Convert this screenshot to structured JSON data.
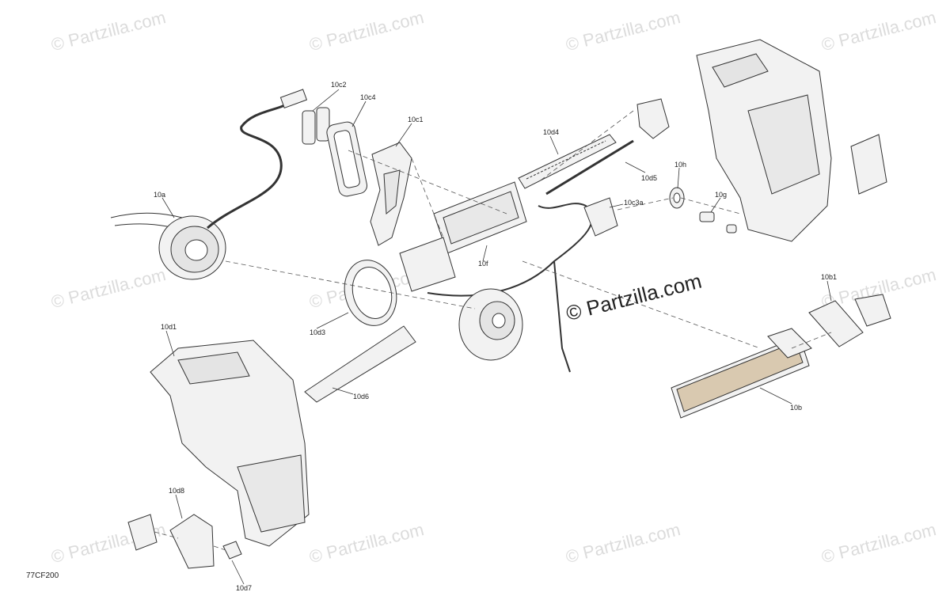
{
  "watermarks": {
    "small": "© Partzilla.com",
    "big": "© Partzilla.com"
  },
  "diagram_code": "77CF200",
  "callouts": {
    "c10a": "10a",
    "c10b": "10b",
    "c10b1": "10b1",
    "c10c1": "10c1",
    "c10c2": "10c2",
    "c10c3a": "10c3a",
    "c10c4": "10c4",
    "c10d1": "10d1",
    "c10d3": "10d3",
    "c10d4": "10d4",
    "c10d5": "10d5",
    "c10d6": "10d6",
    "c10d7": "10d7",
    "c10d8": "10d8",
    "c10f": "10f",
    "c10g": "10g",
    "c10h": "10h"
  },
  "colors": {
    "line": "#333333",
    "watermark": "#dcdcdc",
    "part_fill": "#f2f2f2"
  }
}
